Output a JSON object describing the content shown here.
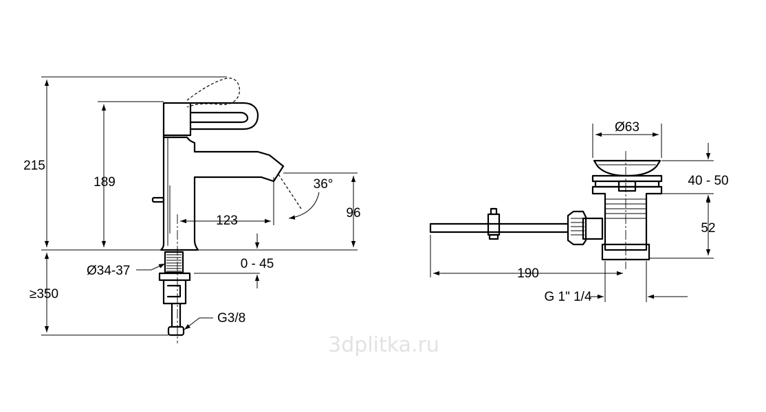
{
  "watermark": "3dplitka.ru",
  "faucet": {
    "height_total": "215",
    "height_spout": "189",
    "angle": "36°",
    "reach": "123",
    "height_outlet": "96",
    "hole_diameter": "Ø34-37",
    "deck_thickness": "0 - 45",
    "hose_length": "≥350",
    "connection": "G3/8"
  },
  "drain": {
    "diameter": "Ø63",
    "height_range": "40 - 50",
    "body_height": "52",
    "rod_length": "190",
    "thread": "G 1\" 1/4"
  }
}
